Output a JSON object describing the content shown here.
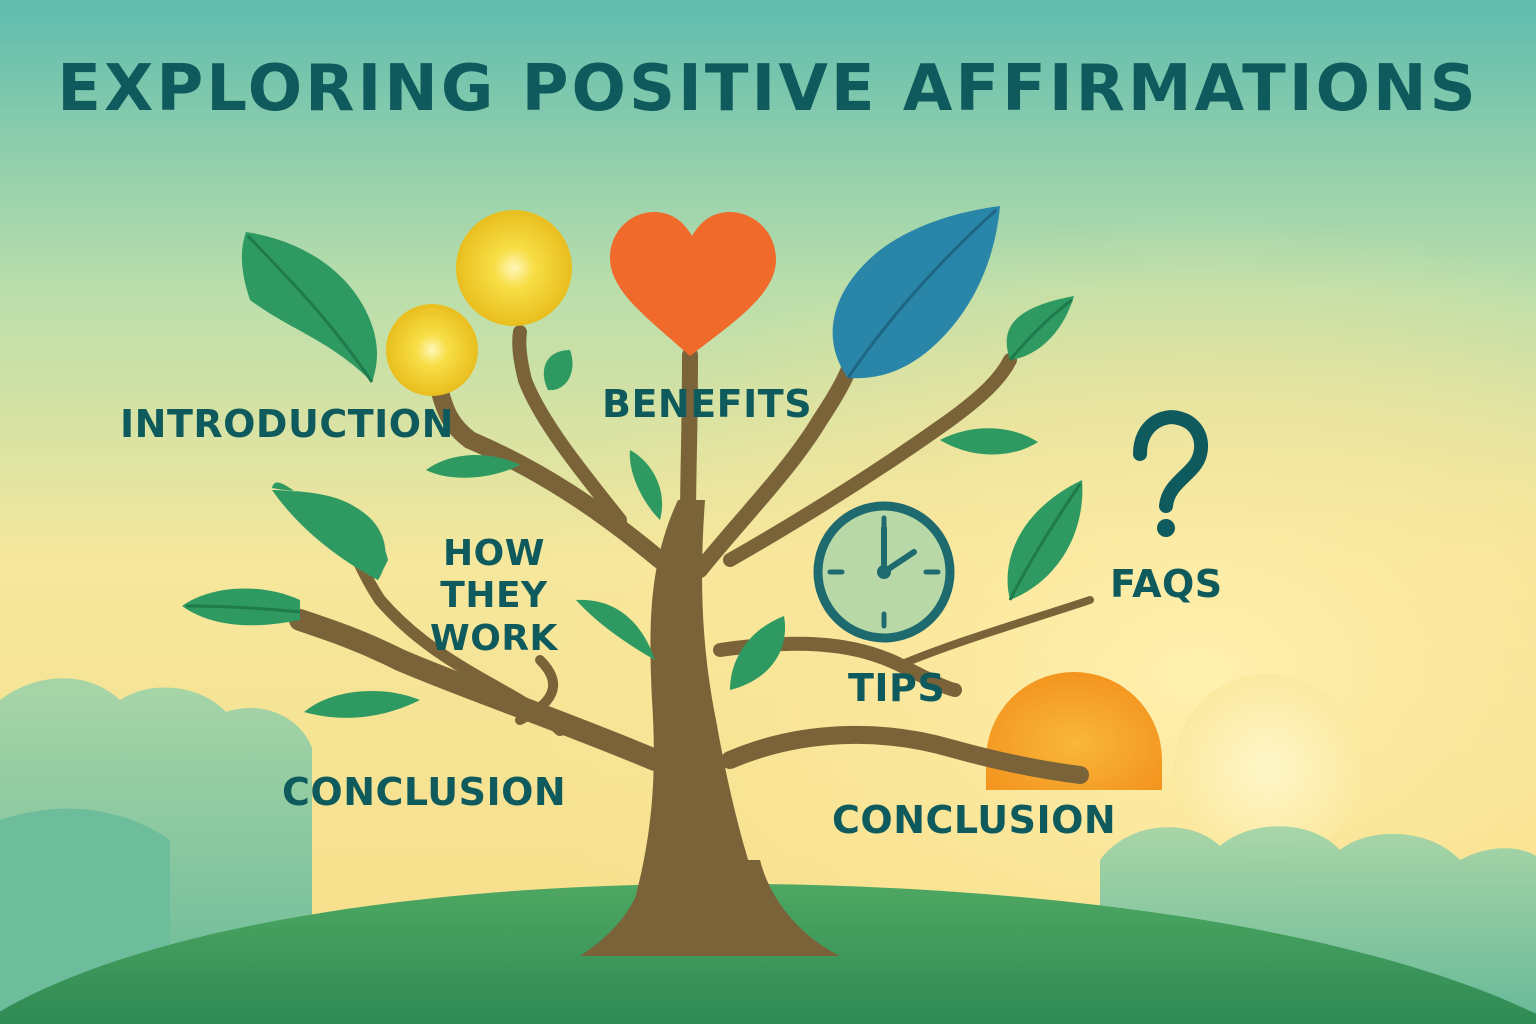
{
  "title": "EXPLORING POSITIVE AFFIRMATIONS",
  "branches": {
    "introduction": "INTRODUCTION",
    "benefits": "BENEFITS",
    "how_they_work": "HOW\nTHEY\nWORK",
    "conclusion_left": "CONCLUSION",
    "tips": "TIPS",
    "faqs": "FAQS",
    "conclusion_right": "CONCLUSION"
  },
  "icons": [
    "leaf-icon",
    "light-orb-icon",
    "heart-icon",
    "clock-icon",
    "question-mark-icon",
    "sun-icon"
  ],
  "colors": {
    "text": "#0f5a5c",
    "trunk": "#7a6339",
    "leaf": "#2e9a62",
    "leaf_blue": "#2a86a8",
    "heart": "#f06a2c",
    "orb": "#f3cf2e",
    "sun": "#f5a52a",
    "hill": "#3e9a5c",
    "sky_top": "#6cc2b2",
    "sky_warm": "#fbe89a"
  }
}
